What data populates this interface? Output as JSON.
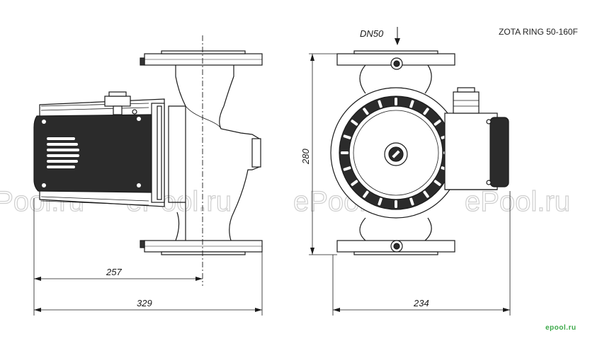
{
  "title": "ZOTA RING 50-160F",
  "port_label": "DN50",
  "dimensions": {
    "width_to_axis": "257",
    "total_length": "329",
    "height": "280",
    "side_width": "234"
  },
  "watermark": "ePool.ru",
  "brand": "epool.ru",
  "colors": {
    "line": "#1a1a1a",
    "body_fill": "#ffffff",
    "motor_fill": "#2b2b2b",
    "watermark": "#c8c8c8",
    "brand": "#3aa847"
  }
}
